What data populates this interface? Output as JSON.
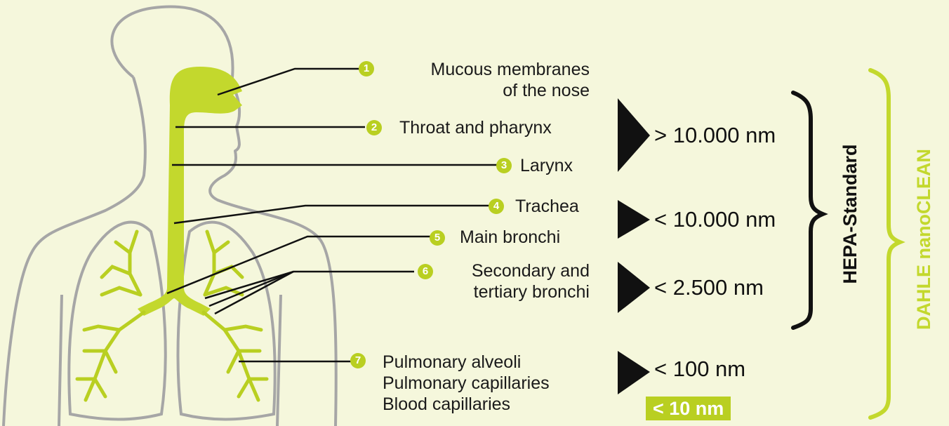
{
  "colors": {
    "background": "#f5f7dc",
    "accent": "#b9cf21",
    "outline": "#a6a6a6",
    "line": "#111111"
  },
  "labels": [
    {
      "num": "1",
      "lines": [
        "Mucous membranes",
        "of the nose"
      ]
    },
    {
      "num": "2",
      "lines": [
        "Throat and pharynx"
      ]
    },
    {
      "num": "3",
      "lines": [
        "Larynx"
      ]
    },
    {
      "num": "4",
      "lines": [
        "Trachea"
      ]
    },
    {
      "num": "5",
      "lines": [
        "Main bronchi"
      ]
    },
    {
      "num": "6",
      "lines": [
        "Secondary and",
        "tertiary bronchi"
      ]
    },
    {
      "num": "7",
      "lines": [
        "Pulmonary alveoli",
        "Pulmonary capillaries",
        "Blood capillaries"
      ]
    }
  ],
  "sizes": [
    "> 10.000 nm",
    "< 10.000 nm",
    "< 2.500 nm",
    "< 100 nm"
  ],
  "highlight_size": "< 10 nm",
  "brackets": {
    "hepa": "HEPA-Standard",
    "dahle": "DAHLE nanoCLEAN"
  }
}
